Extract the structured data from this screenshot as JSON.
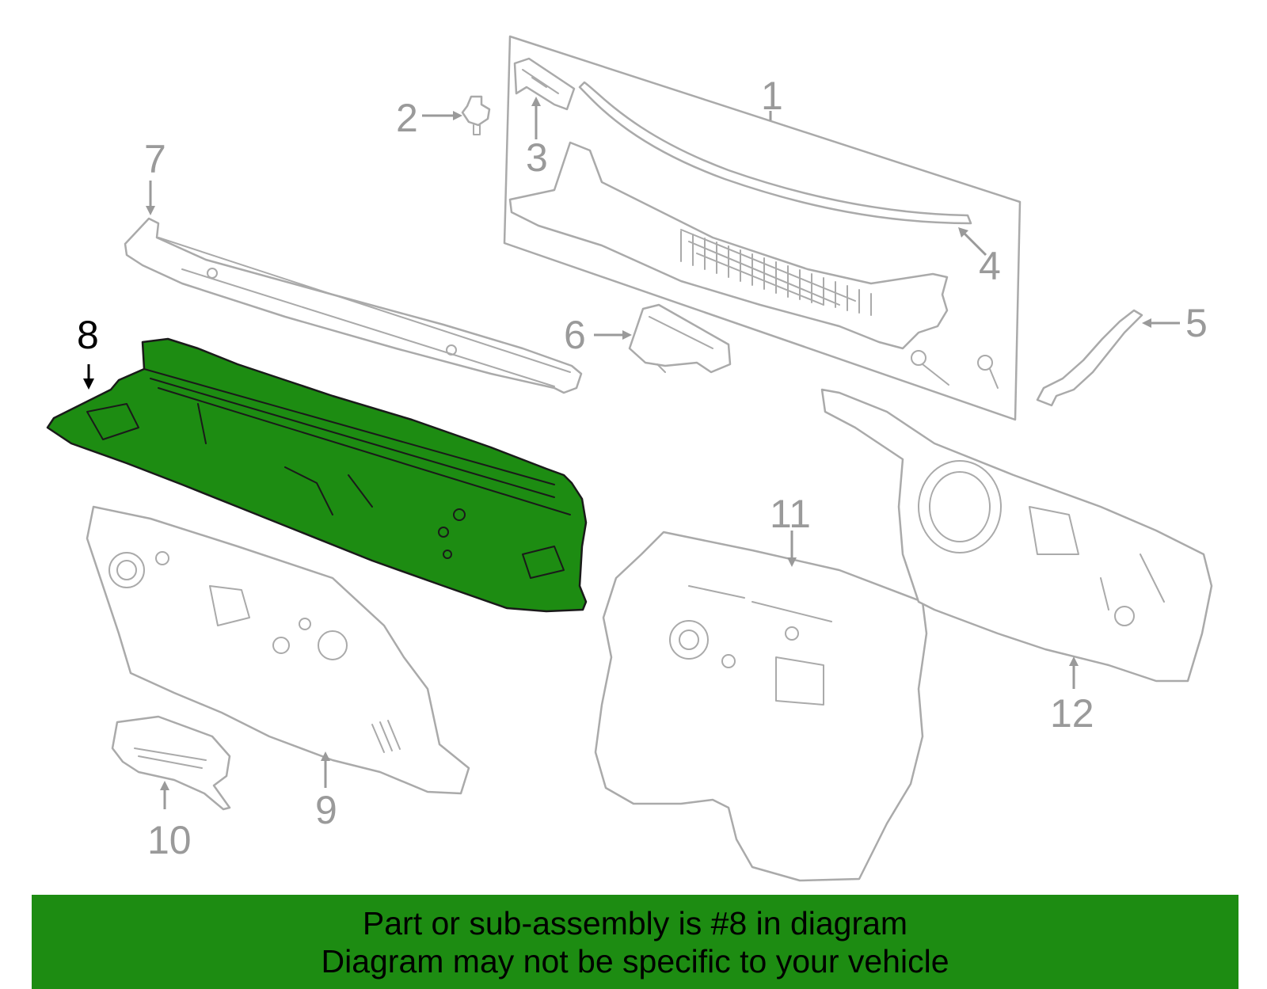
{
  "highlighted_part": "8",
  "colors": {
    "highlight_fill": "#1d8c12",
    "part_stroke": "#aaaaaa",
    "callout_text": "#9a9a9a",
    "highlight_callout_text": "#000000",
    "banner_background": "#1d8c12",
    "banner_text": "#000000"
  },
  "callouts": [
    {
      "id": "1",
      "label": "1"
    },
    {
      "id": "2",
      "label": "2"
    },
    {
      "id": "3",
      "label": "3"
    },
    {
      "id": "4",
      "label": "4"
    },
    {
      "id": "5",
      "label": "5"
    },
    {
      "id": "6",
      "label": "6"
    },
    {
      "id": "7",
      "label": "7"
    },
    {
      "id": "8",
      "label": "8"
    },
    {
      "id": "9",
      "label": "9"
    },
    {
      "id": "10",
      "label": "10"
    },
    {
      "id": "11",
      "label": "11"
    },
    {
      "id": "12",
      "label": "12"
    }
  ],
  "footer": {
    "line1": "Part or sub-assembly is #8 in diagram",
    "line2": "Diagram may not be specific to your vehicle"
  }
}
